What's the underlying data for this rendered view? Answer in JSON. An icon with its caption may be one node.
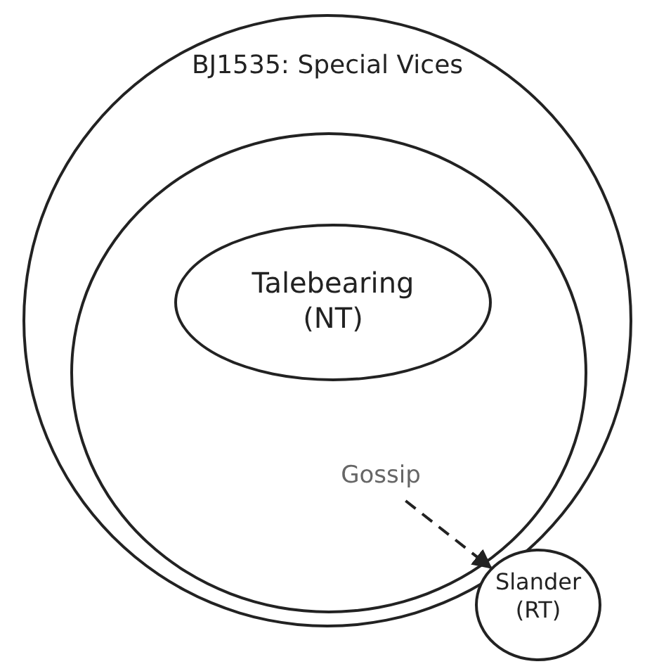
{
  "diagram": {
    "nodes": [
      {
        "text": [
          "BJ1535: Special Vices"
        ]
      },
      {
        "text": [],
        "shape": "circle",
        "in": 0
      },
      {
        "text": [
          "Talebearing (NT)"
        ],
        "in": 1
      },
      {
        "text": [
          "Gossip"
        ],
        "in": 1
      },
      {
        "text": [
          "Slander (RT)"
        ]
      }
    ],
    "edges": [
      {
        "from": 3,
        "to": 4,
        "arrow": "to",
        "style": "dashed"
      }
    ]
  }
}
